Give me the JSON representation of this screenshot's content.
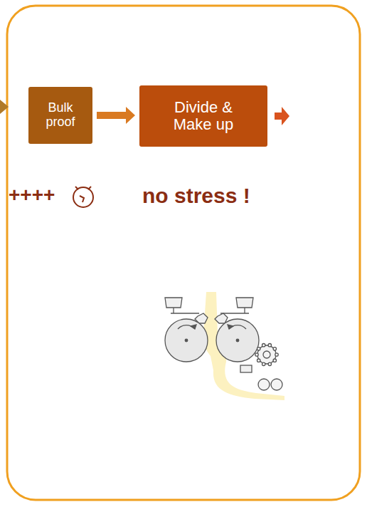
{
  "diagram": {
    "nodes": [
      {
        "text": [
          "Bulk proof"
        ]
      },
      {
        "text": [
          "Divide & Make up"
        ]
      }
    ],
    "edges": [
      {
        "from": 0,
        "to": 1,
        "arrow": "to"
      }
    ],
    "labels": [
      "++++",
      "no stress !"
    ]
  }
}
